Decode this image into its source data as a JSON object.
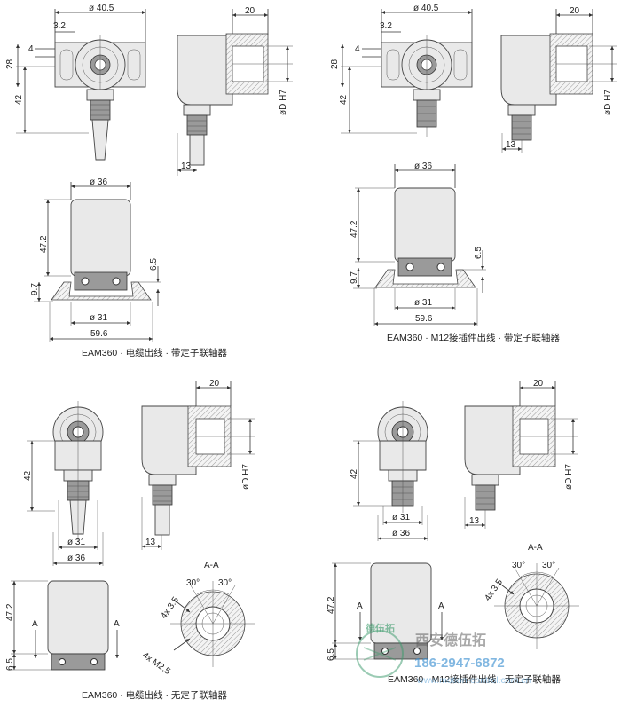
{
  "panels": {
    "tl": {
      "caption": "EAM360 · 电缆出线 · 带定子联轴器",
      "d40_5": "ø 40.5",
      "d3_2": "3.2",
      "d4": "4",
      "d28": "28",
      "d42": "42",
      "d20": "20",
      "dH7": "øD H7",
      "d13": "13",
      "d36": "ø 36",
      "d47_2": "47.2",
      "d6_5": "6.5",
      "d9_7": "9.7",
      "d31": "ø 31",
      "d59_6": "59.6"
    },
    "tr": {
      "caption": "EAM360 · M12接插件出线 · 带定子联轴器",
      "d40_5": "ø 40.5",
      "d3_2": "3.2",
      "d4": "4",
      "d28": "28",
      "d42": "42",
      "d20": "20",
      "dH7": "øD H7",
      "d13": "13",
      "d36": "ø 36",
      "d47_2": "47.2",
      "d6_5": "6.5",
      "d9_7": "9.7",
      "d31": "ø 31",
      "d59_6": "59.6"
    },
    "bl": {
      "caption": "EAM360 · 电缆出线 · 无定子联轴器",
      "d20": "20",
      "d42": "42",
      "dH7": "øD H7",
      "d31": "ø 31",
      "d36": "ø 36",
      "d13": "13",
      "d47_2": "47.2",
      "d6_5": "6.5",
      "a1": "A",
      "a2": "A",
      "section": "A-A",
      "ang1": "30°",
      "ang2": "30°",
      "thread1": "4x 3.5",
      "thread2": "4x M2.5"
    },
    "br": {
      "caption": "EAM360 · M12接插件出线 · 无定子联轴器",
      "d20": "20",
      "d42": "42",
      "dH7": "øD H7",
      "d31": "ø 31",
      "d36": "ø 36",
      "d13": "13",
      "d47_2": "47.2",
      "d6_5": "6.5",
      "a1": "A",
      "a2": "A",
      "section": "A-A",
      "ang1": "30°",
      "ang2": "30°",
      "thread1": "4x 3.5"
    }
  },
  "watermark": {
    "company": "西安德伍拓",
    "phone": "186-2947-6872",
    "url": "www.motion-control.com.cn",
    "seal": "德伍拓"
  }
}
